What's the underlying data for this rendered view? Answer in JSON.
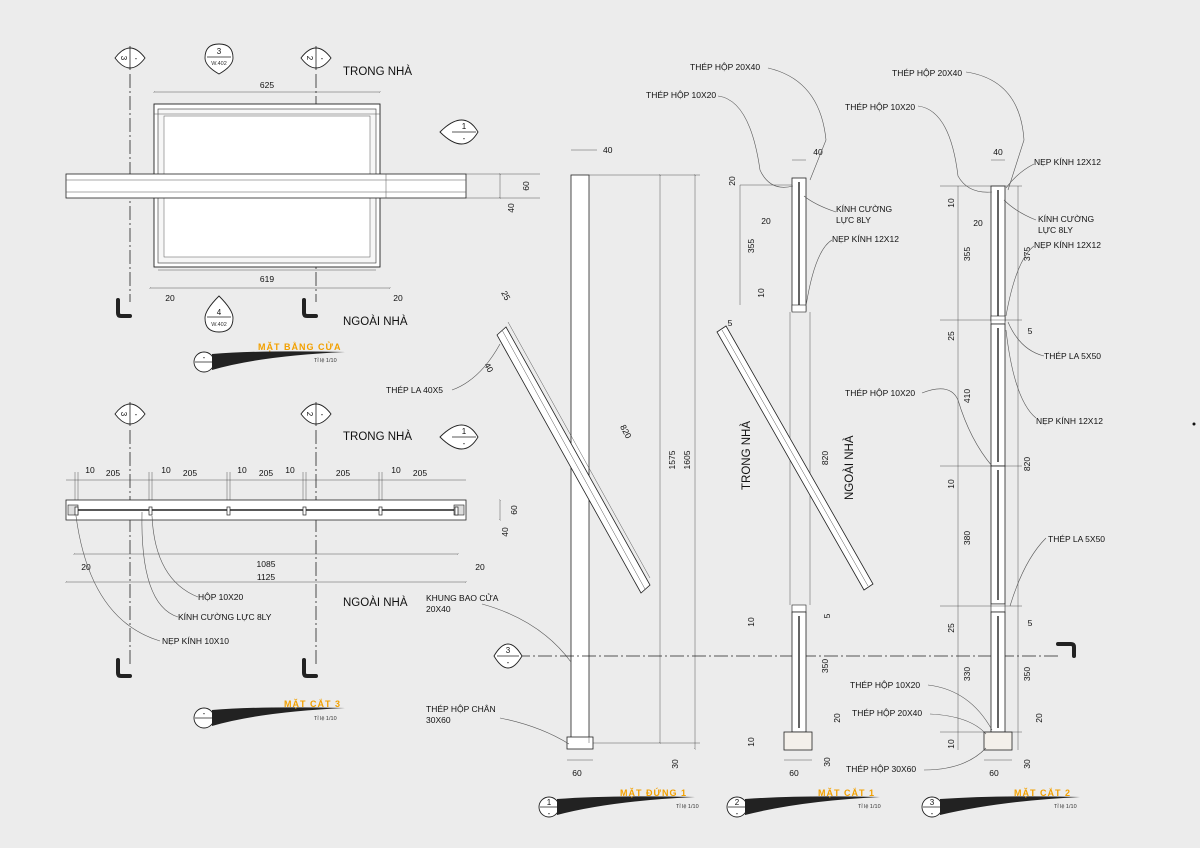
{
  "plan": {
    "trong_nha": "TRONG NHÀ",
    "ngoai_nha": "NGOÀI NHÀ",
    "dim_top": "625",
    "dim_bottom": "619",
    "dim_left": "20",
    "dim_right": "20",
    "dim_60": "60",
    "dim_40": "40",
    "grid_left": "3",
    "grid_right": "2",
    "marker_top_num": "3",
    "marker_top_ref": "W.402",
    "marker_bottom_num": "4",
    "marker_bottom_ref": "W.402",
    "section_marker_num": "1",
    "section_marker_sub": "-",
    "title": "MẶT BẰNG CỬA",
    "scale": "Tỉ lệ 1/10",
    "title_num": "-"
  },
  "section3": {
    "trong_nha": "TRONG NHÀ",
    "ngoai_nha": "NGOÀI NHÀ",
    "top_dims": [
      "10",
      "205",
      "10",
      "205",
      "10",
      "205",
      "10",
      "205",
      "10",
      "205"
    ],
    "dim_1085": "1085",
    "dim_1125": "1125",
    "dim_left": "20",
    "dim_right": "20",
    "dim_60": "60",
    "dim_40": "40",
    "grid_left": "3",
    "grid_right": "2",
    "section_marker_num": "1",
    "section_marker_sub": "-",
    "callout_hop": "HỘP 10X20",
    "callout_kinh": "KÍNH CƯỜNG LỰC 8LY",
    "callout_nep": "NẸP KÍNH 10X10",
    "title": "MẶT CẮT 3",
    "scale": "Tỉ lệ 1/10",
    "title_num": "-"
  },
  "elev1": {
    "dim_40": "40",
    "dim_25": "25",
    "dim_40b": "40",
    "dim_820": "820",
    "dim_1575": "1575",
    "dim_1605": "1605",
    "dim_60": "60",
    "dim_30": "30",
    "callout_la": "THÉP LA 40X5",
    "callout_khung": "KHUNG BAO CỬA 20X40",
    "callout_chan": "THÉP HỘP CHÂN 30X60",
    "marker_num": "3",
    "marker_sub": "-",
    "title": "MẶT ĐỨNG 1",
    "scale": "Tỉ lệ 1/10",
    "title_num": "1",
    "title_sub": "-"
  },
  "sec1": {
    "callout_2040": "THÉP HỘP 20X40",
    "callout_1020": "THÉP HỘP 10X20",
    "callout_kinh": "KÍNH CƯỜNG LỰC 8LY",
    "callout_nep": "NẸP KÍNH 12X12",
    "trong_nha": "TRONG NHÀ",
    "ngoai_nha": "NGOÀI NHÀ",
    "dim_40": "40",
    "dim_20a": "20",
    "dim_20b": "20",
    "dim_355": "355",
    "dim_10a": "10",
    "dim_5": "5",
    "dim_820": "820",
    "dim_10b": "10",
    "dim_5b": "5",
    "dim_350": "350",
    "dim_20c": "20",
    "dim_10c": "10",
    "dim_30": "30",
    "dim_60": "60",
    "title": "MẶT CẮT 1",
    "scale": "Tỉ lệ 1/10",
    "title_num": "2",
    "title_sub": "-"
  },
  "sec2": {
    "callout_2040": "THÉP HỘP 20X40",
    "callout_1020": "THÉP HỘP 10X20",
    "callout_nep1": "NẸP KÍNH 12X12",
    "callout_kinh": "KÍNH CƯỜNG LỰC 8LY",
    "callout_nep2": "NẸP KÍNH 12X12",
    "callout_la1": "THÉP LA 5X50",
    "callout_1020b": "THÉP HỘP 10X20",
    "callout_nep3": "NẸP KÍNH 12X12",
    "callout_la2": "THÉP LA 5X50",
    "callout_1020c": "THÉP HỘP 10X20",
    "callout_2040b": "THÉP HỘP 20X40",
    "callout_3060": "THÉP HỘP 30X60",
    "dim_40": "40",
    "dim_10": "10",
    "dim_20": "20",
    "dim_355": "355",
    "dim_375": "375",
    "dim_25a": "25",
    "dim_5a": "5",
    "dim_410": "410",
    "dim_820": "820",
    "dim_10b": "10",
    "dim_380": "380",
    "dim_25b": "25",
    "dim_5b": "5",
    "dim_330": "330",
    "dim_350": "350",
    "dim_20b": "20",
    "dim_10c": "10",
    "dim_30": "30",
    "dim_60": "60",
    "title": "MẶT CẮT 2",
    "scale": "Tỉ lệ 1/10",
    "title_num": "3",
    "title_sub": "-"
  }
}
